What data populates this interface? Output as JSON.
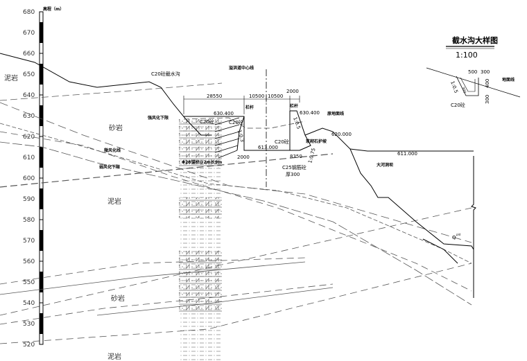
{
  "axis": {
    "title": "高程（m）",
    "ticks": [
      "680",
      "670",
      "660",
      "650",
      "640",
      "630",
      "620",
      "610",
      "600",
      "590",
      "580",
      "570",
      "560",
      "550",
      "540",
      "530",
      "520"
    ]
  },
  "rock_labels": {
    "mudstone_1": "泥岩",
    "sandstone_1": "砂岩",
    "mudstone_2": "泥岩",
    "sandstone_2": "砂岩",
    "mudstone_3": "泥岩"
  },
  "section": {
    "intercept_ditch": "C20砼截水沟",
    "centerline": "溢洪道中心线",
    "strong_weathering_limit": "强风化下限",
    "slight_weathering": "微风化线",
    "weak_weathering_limit": "弱风化下限",
    "railing_left": "栏杆",
    "railing_right": "栏杆",
    "original_ground": "原地面线",
    "dim_1": "28550",
    "dim_2": "10500",
    "dim_3": "10500",
    "dim_4": "2000",
    "dim_bottom_left": "2000",
    "dim_bottom_right": "8350",
    "elev_left_top": "630.400",
    "elev_right_top": "630.400",
    "elev_bottom": "613.000",
    "elev_ground_right": "620.000",
    "elev_right_far": "611.000",
    "c20_left": "C20砼",
    "c20_wall": "C20砼",
    "c20_right": "C20砼",
    "slope_1": "1:0.3",
    "slope_2": "1:0.5",
    "slope_3": "1:0.75",
    "anchor": "Φ28锚杆@2m长9m",
    "slope_protection": "浆砌石护坡",
    "c25": "C25钢筋砼",
    "thickness": "厚300",
    "dam": "大河洞坝",
    "quaternary": "Q",
    "quaternary_sup": "pld"
  },
  "detail": {
    "title": "截水沟大样图",
    "scale": "1:100",
    "dim_a": "500",
    "dim_b": "300",
    "dim_c": "400",
    "dim_d": "300",
    "slope": "1:0.5",
    "c20": "C20砼",
    "ground": "地面线",
    "inner": "300"
  }
}
